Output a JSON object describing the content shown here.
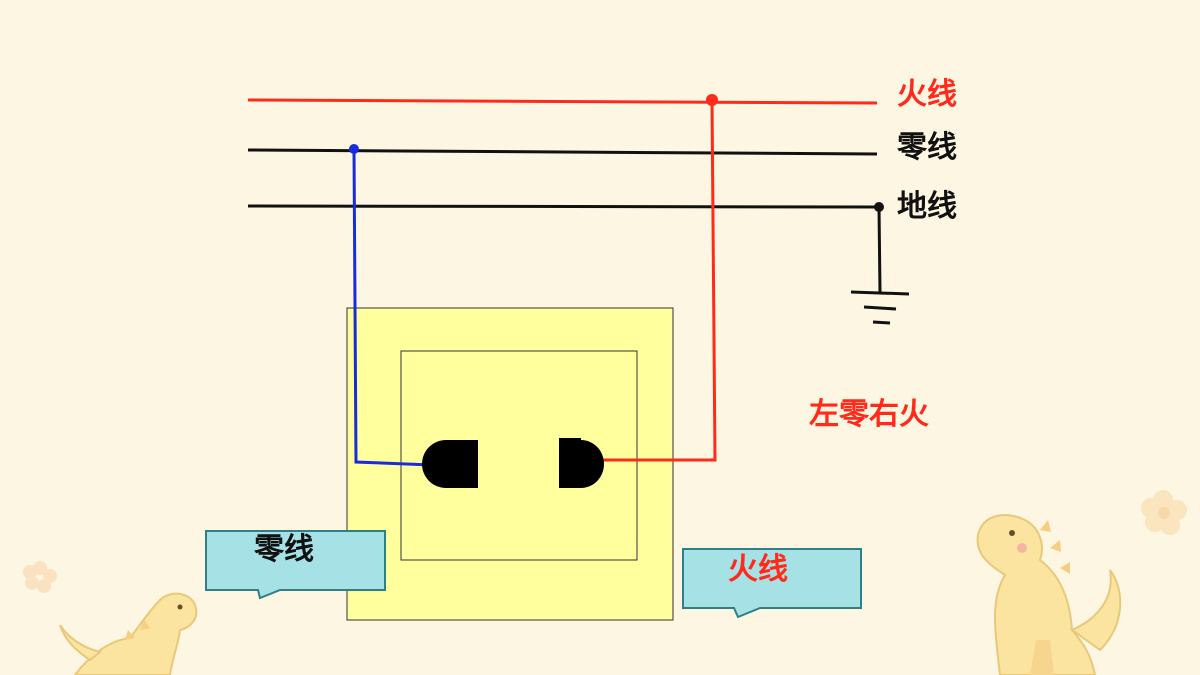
{
  "wires": {
    "live_label": "火线",
    "neutral_label": "零线",
    "earth_label": "地线"
  },
  "rule_text": "左零右火",
  "callouts": {
    "neutral": "零线",
    "live": "火线"
  },
  "colors": {
    "live": "#ff2a1a",
    "neutral": "#111111",
    "neutral_branch": "#1a2bdc",
    "socket_plate": "#ffff9e",
    "callout_fill": "#a6e1e6",
    "callout_border": "#2f7f86",
    "background": "#fdf6e3"
  }
}
